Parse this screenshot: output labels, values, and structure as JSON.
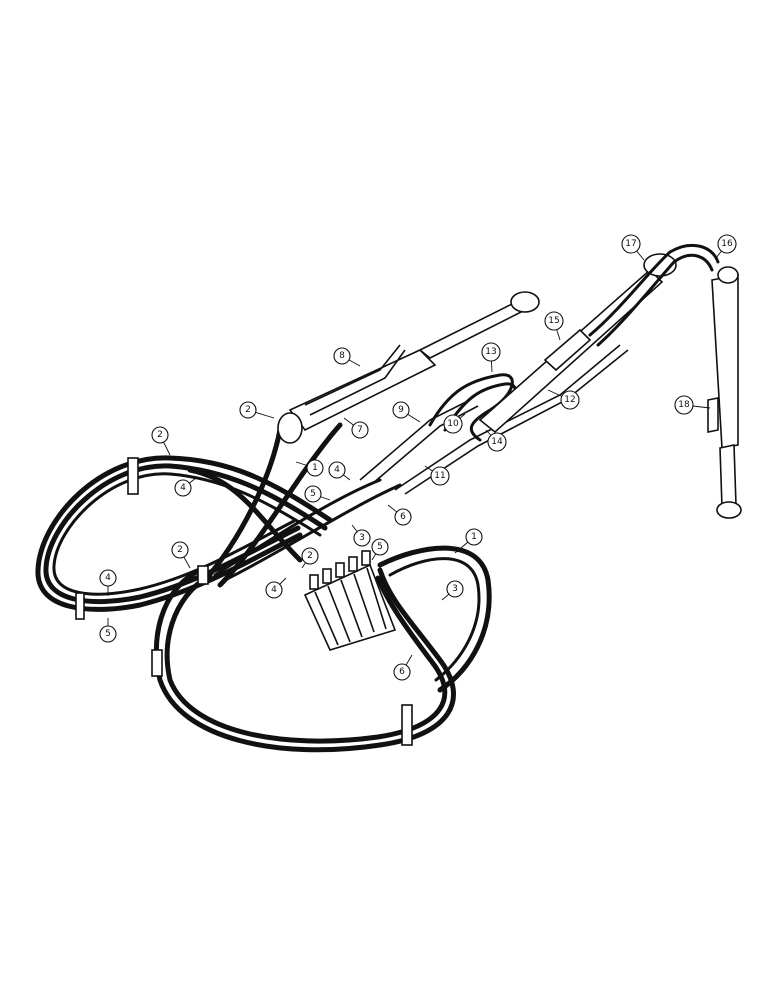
{
  "callouts": [
    {
      "id": "c1a",
      "label": "1"
    },
    {
      "id": "c1b",
      "label": "1"
    },
    {
      "id": "c2a",
      "label": "2"
    },
    {
      "id": "c2b",
      "label": "2"
    },
    {
      "id": "c2c",
      "label": "2"
    },
    {
      "id": "c2d",
      "label": "2"
    },
    {
      "id": "c3a",
      "label": "3"
    },
    {
      "id": "c3b",
      "label": "3"
    },
    {
      "id": "c4a",
      "label": "4"
    },
    {
      "id": "c4b",
      "label": "4"
    },
    {
      "id": "c4c",
      "label": "4"
    },
    {
      "id": "c4d",
      "label": "4"
    },
    {
      "id": "c5a",
      "label": "5"
    },
    {
      "id": "c5b",
      "label": "5"
    },
    {
      "id": "c5c",
      "label": "5"
    },
    {
      "id": "c6a",
      "label": "6"
    },
    {
      "id": "c6b",
      "label": "6"
    },
    {
      "id": "c7",
      "label": "7"
    },
    {
      "id": "c8",
      "label": "8"
    },
    {
      "id": "c9",
      "label": "9"
    },
    {
      "id": "c10",
      "label": "10"
    },
    {
      "id": "c11",
      "label": "11"
    },
    {
      "id": "c12",
      "label": "12"
    },
    {
      "id": "c13",
      "label": "13"
    },
    {
      "id": "c14",
      "label": "14"
    },
    {
      "id": "c15",
      "label": "15"
    },
    {
      "id": "c16",
      "label": "16"
    },
    {
      "id": "c17",
      "label": "17"
    },
    {
      "id": "c18",
      "label": "18"
    }
  ]
}
